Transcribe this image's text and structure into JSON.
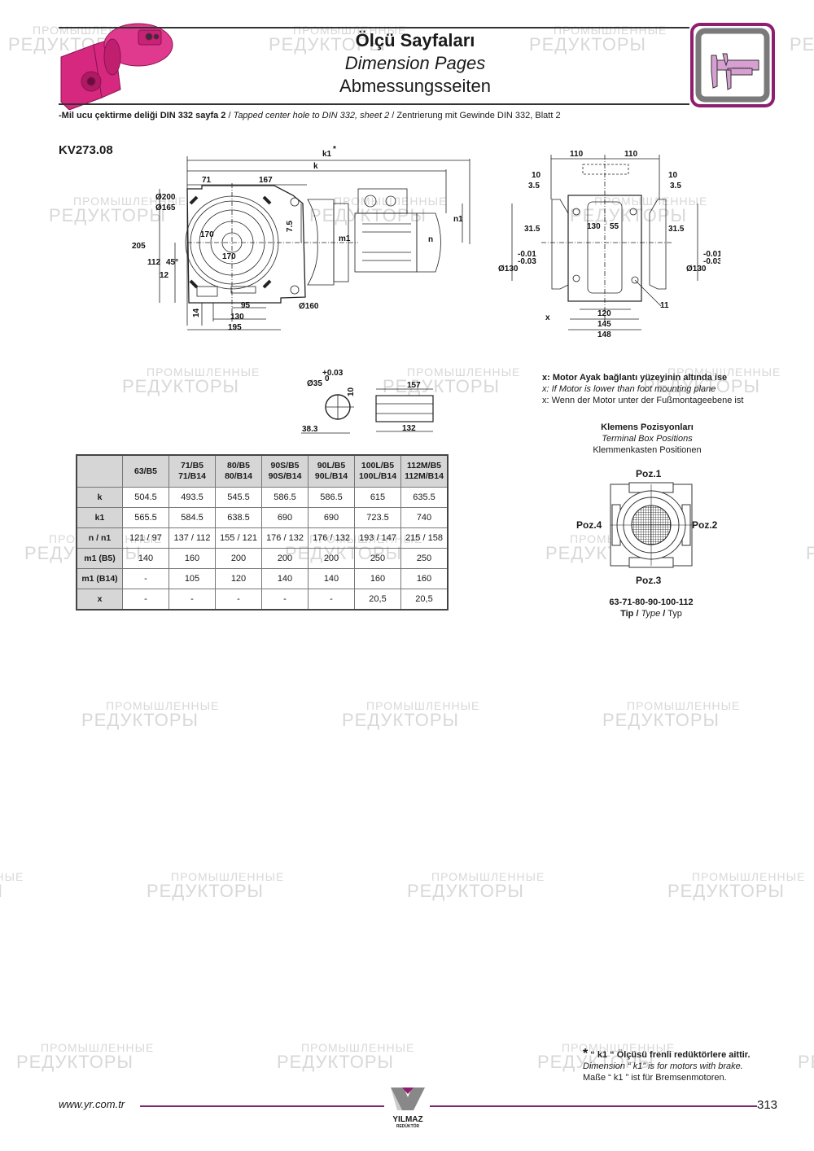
{
  "header": {
    "title_tr": "Ölçü Sayfaları",
    "title_en": "Dimension Pages",
    "title_de": "Abmessungsseiten",
    "icon": "caliper-icon",
    "accent_color": "#8e1f6f"
  },
  "note": {
    "tr": "-Mil ucu çektirme deliği DIN 332 sayfa 2",
    "sep": "/",
    "en": "Tapped center hole to DIN 332, sheet 2",
    "de": "Zentrierung mit Gewinde DIN 332, Blatt 2"
  },
  "model": "KV273.08",
  "drawing_side": {
    "k1": "k1",
    "k1_star": "*",
    "k": "k",
    "d71": "71",
    "d167": "167",
    "d200": "Ø200",
    "d165": "Ø165",
    "d170a": "170",
    "d170b": "170",
    "d205": "205",
    "d112": "112",
    "d45": "45°",
    "d12": "12",
    "d14": "14",
    "d95": "95",
    "d130": "130",
    "d195": "195",
    "d160": "Ø160",
    "d7_5": "7.5",
    "m1": "m1",
    "n": "n",
    "n1": "n1"
  },
  "drawing_front": {
    "d110a": "110",
    "d110b": "110",
    "d10a": "10",
    "d10b": "10",
    "d3_5a": "3.5",
    "d3_5b": "3.5",
    "d31_5a": "31.5",
    "d31_5b": "31.5",
    "d130": "130",
    "d55": "55",
    "tol_up": "-0.01",
    "tol_low": "-0.03",
    "d130a": "Ø130",
    "d130b": "Ø130",
    "d11": "11",
    "x": "x",
    "d120": "120",
    "d145": "145",
    "d148": "148"
  },
  "drawing_shaft": {
    "d35": "Ø35",
    "tol_up": "+0.03",
    "tol_low": "0",
    "d10": "10",
    "d38_3": "38.3",
    "d157": "157",
    "d132": "132"
  },
  "table": {
    "columns": [
      [
        "63/B5",
        ""
      ],
      [
        "71/B5",
        "71/B14"
      ],
      [
        "80/B5",
        "80/B14"
      ],
      [
        "90S/B5",
        "90S/B14"
      ],
      [
        "90L/B5",
        "90L/B14"
      ],
      [
        "100L/B5",
        "100L/B14"
      ],
      [
        "112M/B5",
        "112M/B14"
      ]
    ],
    "rows": [
      {
        "label": "k",
        "values": [
          "504.5",
          "493.5",
          "545.5",
          "586.5",
          "586.5",
          "615",
          "635.5"
        ]
      },
      {
        "label": "k1",
        "values": [
          "565.5",
          "584.5",
          "638.5",
          "690",
          "690",
          "723.5",
          "740"
        ]
      },
      {
        "label": "n / n1",
        "values": [
          "121 / 97",
          "137 / 112",
          "155 / 121",
          "176 / 132",
          "176 / 132",
          "193 / 147",
          "215 / 158"
        ]
      },
      {
        "label": "m1 (B5)",
        "values": [
          "140",
          "160",
          "200",
          "200",
          "200",
          "250",
          "250"
        ]
      },
      {
        "label": "m1 (B14)",
        "values": [
          "-",
          "105",
          "120",
          "140",
          "140",
          "160",
          "160"
        ]
      },
      {
        "label": "x",
        "values": [
          "-",
          "-",
          "-",
          "-",
          "-",
          "20,5",
          "20,5"
        ]
      }
    ]
  },
  "x_note": {
    "tr": "x: Motor Ayak bağlantı yüzeyinin altında ise",
    "en": "x: If Motor is lower than foot mounting plane",
    "de": "x: Wenn der Motor unter der Fußmontageebene ist"
  },
  "terminal_box": {
    "title_tr": "Klemens Pozisyonları",
    "title_en": "Terminal Box Positions",
    "title_de": "Klemmenkasten Positionen",
    "poz1": "Poz.1",
    "poz2": "Poz.2",
    "poz3": "Poz.3",
    "poz4": "Poz.4",
    "types": "63-71-80-90-100-112",
    "type_tr": "Tip",
    "type_en": "Type",
    "type_de": "Typ",
    "sep": "/"
  },
  "footnote": {
    "star": "*",
    "tr": "“ k1 “ Ölçüsü frenli redüktörlere aittir.",
    "en": "Dimension “ k1” is for motors with brake.",
    "de": "Maße “ k1 ” ist für Bremsenmotoren."
  },
  "footer": {
    "url": "www.yr.com.tr",
    "brand": "YILMAZ",
    "brand_sub": "REDÜKTÖR",
    "page": "313",
    "line_color": "#7a2a6a"
  },
  "watermark": {
    "line1": "ПРОМЫШЛЕННЫЕ",
    "line2": "РЕДУКТОРЫ"
  }
}
